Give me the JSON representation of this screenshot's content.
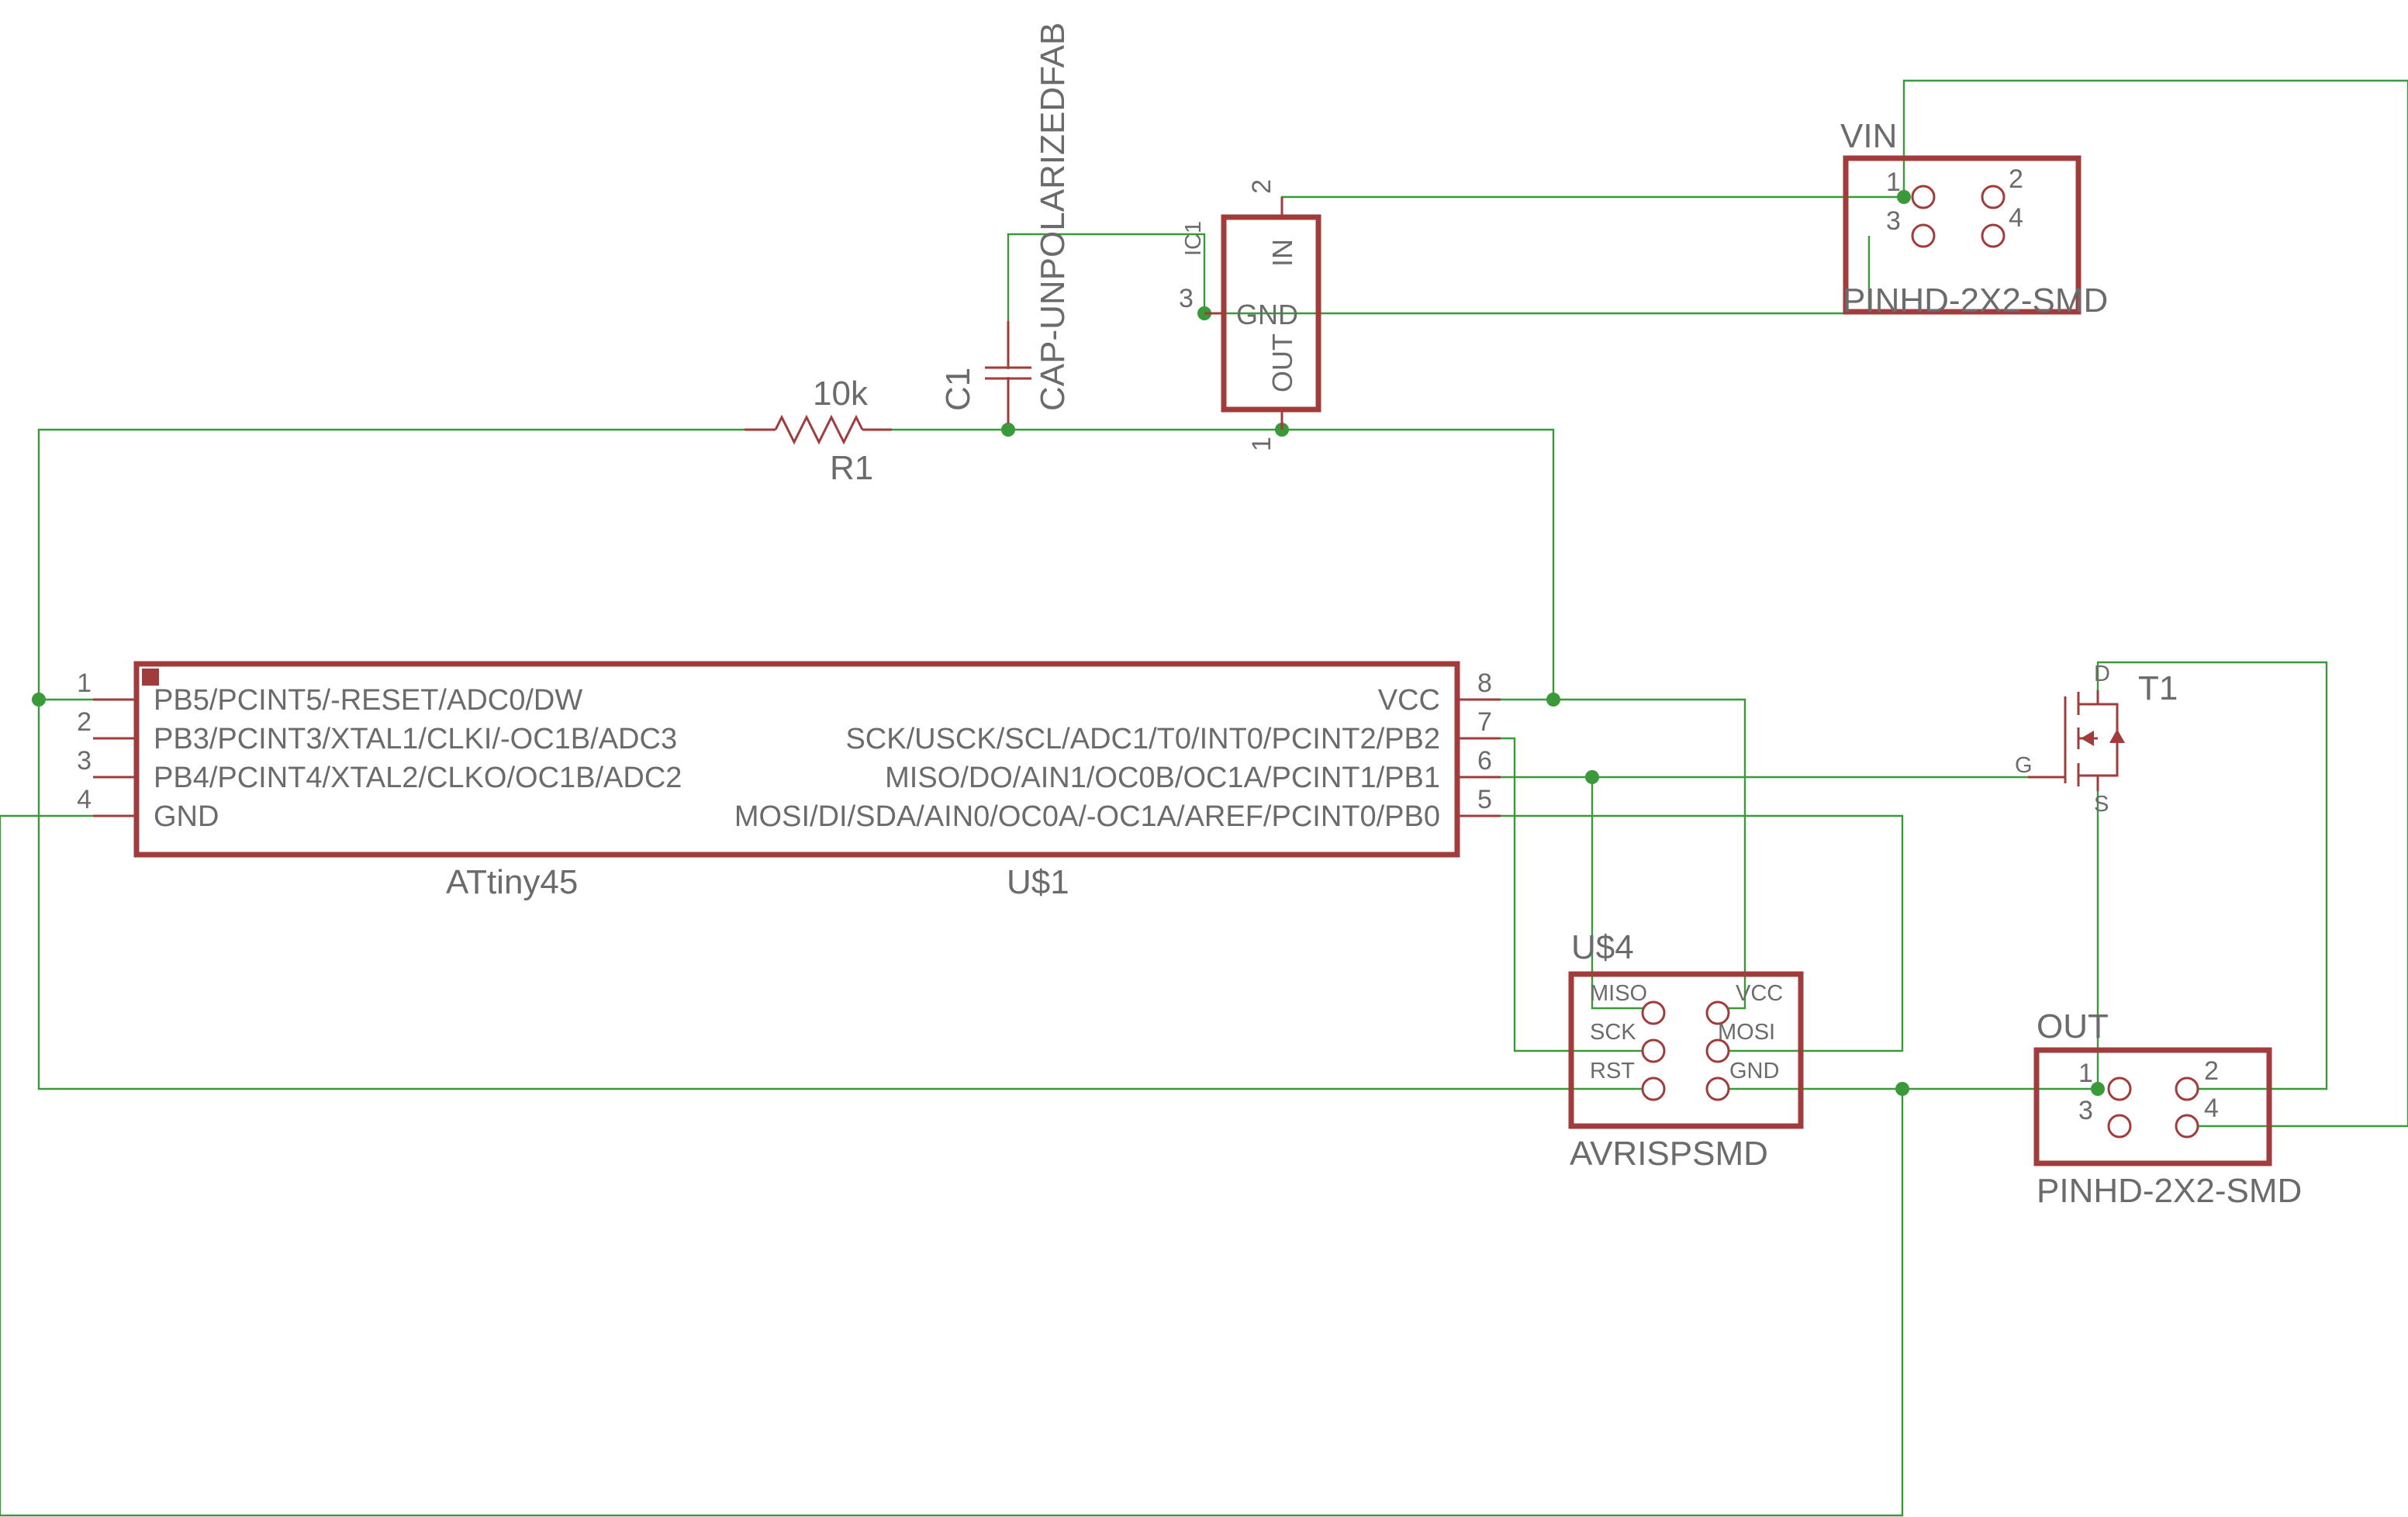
{
  "mcu": {
    "name": "ATtiny45",
    "ref": "U$1",
    "left_pins": [
      {
        "num": "1",
        "label": "PB5/PCINT5/-RESET/ADC0/DW"
      },
      {
        "num": "2",
        "label": "PB3/PCINT3/XTAL1/CLKI/-OC1B/ADC3"
      },
      {
        "num": "3",
        "label": "PB4/PCINT4/XTAL2/CLKO/OC1B/ADC2"
      },
      {
        "num": "4",
        "label": "GND"
      }
    ],
    "right_pins": [
      {
        "num": "8",
        "label": "VCC"
      },
      {
        "num": "7",
        "label": "SCK/USCK/SCL/ADC1/T0/INT0/PCINT2/PB2"
      },
      {
        "num": "6",
        "label": "MISO/DO/AIN1/OC0B/OC1A/PCINT1/PB1"
      },
      {
        "num": "5",
        "label": "MOSI/DI/SDA/AIN0/OC0A/-OC1A/AREF/PCINT0/PB0"
      }
    ]
  },
  "resistor": {
    "value": "10k",
    "ref": "R1"
  },
  "capacitor": {
    "ref": "C1",
    "value": "CAP-UNPOLARIZEDFAB"
  },
  "regulator": {
    "ref": "IC1",
    "pins": {
      "in": "IN",
      "gnd": "GND",
      "out": "OUT"
    },
    "pin_numbers": {
      "in": "2",
      "gnd": "3",
      "out": "1"
    }
  },
  "vin_header": {
    "name": "VIN",
    "package": "PINHD-2X2-SMD",
    "pins": [
      "1",
      "2",
      "3",
      "4"
    ]
  },
  "out_header": {
    "name": "OUT",
    "package": "PINHD-2X2-SMD",
    "pins": [
      "1",
      "2",
      "3",
      "4"
    ]
  },
  "isp": {
    "ref": "U$4",
    "package": "AVRISPSMD",
    "left_labels": [
      "MISO",
      "SCK",
      "RST"
    ],
    "right_labels": [
      "VCC",
      "MOSI",
      "GND"
    ]
  },
  "mosfet": {
    "ref": "T1",
    "pins": {
      "d": "D",
      "g": "G",
      "s": "S"
    }
  },
  "colors": {
    "wire": "#3a9a3a",
    "part": "#a13c3c",
    "text": "#6b6b6b",
    "background": "#ffffff"
  }
}
